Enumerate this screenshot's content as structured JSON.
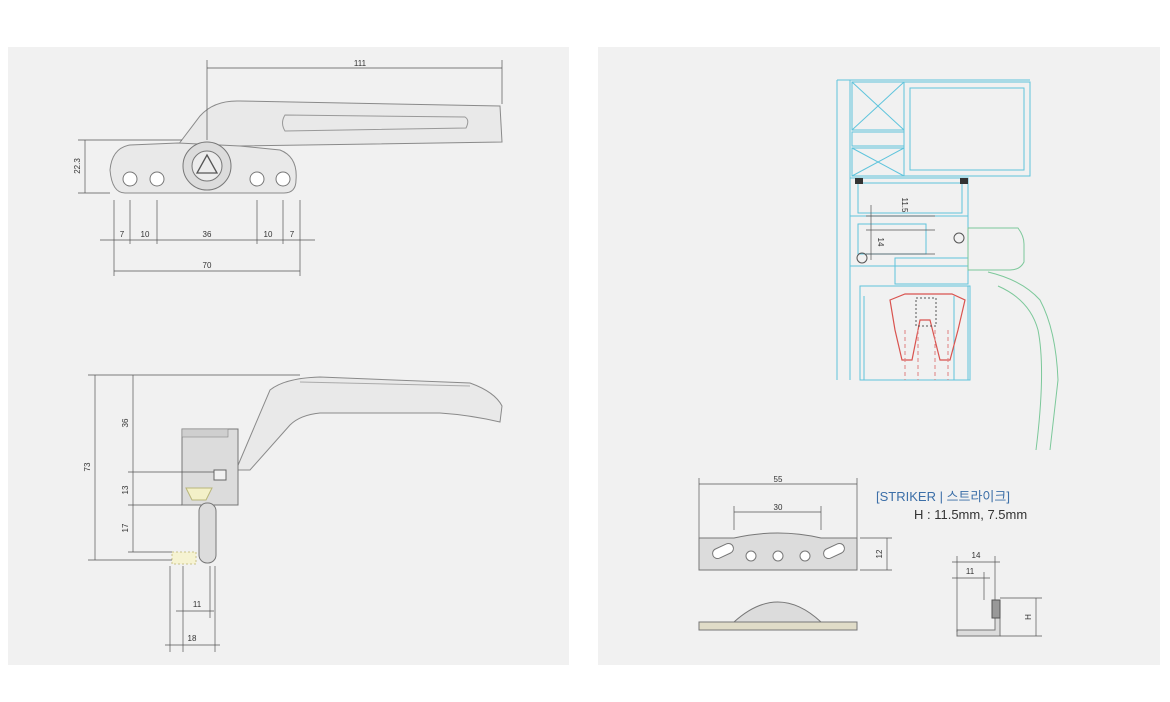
{
  "left_top": {
    "dims": {
      "length": "111",
      "height": "22.3",
      "d1": "7",
      "d2": "10",
      "d3": "36",
      "d4": "10",
      "d5": "7",
      "total": "70"
    }
  },
  "left_bottom": {
    "dims": {
      "total_h": "73",
      "h36": "36",
      "h13": "13",
      "h17": "17",
      "w11": "11",
      "w18": "18"
    }
  },
  "right_top": {
    "dims": {
      "h11_5": "11.5",
      "h14": "14"
    }
  },
  "striker": {
    "title": "[STRIKER | 스트라이크]",
    "h_text": "H : 11.5mm, 7.5mm",
    "dims": {
      "w55": "55",
      "w30": "30",
      "h12": "12",
      "w14": "14",
      "w11": "11",
      "h": "H"
    }
  },
  "colors": {
    "panel_bg": "#f1f1f1",
    "title_blue": "#3c6fa8",
    "section_cyan": "#5fc4dc",
    "handle_green": "#7cc89a"
  }
}
